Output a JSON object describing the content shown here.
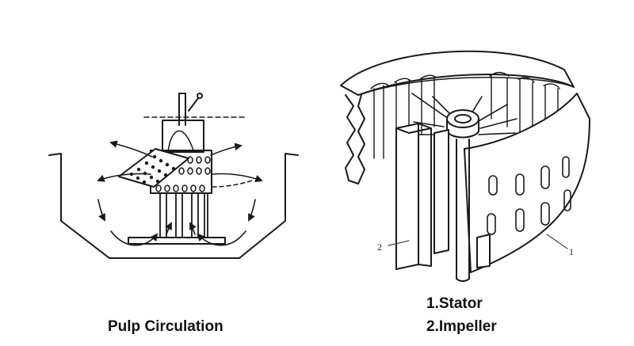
{
  "left_figure": {
    "caption": "Pulp Circulation"
  },
  "right_figure": {
    "legend": [
      "1.Stator",
      "2.Impeller"
    ],
    "callouts": {
      "stator": "1",
      "impeller": "2"
    }
  },
  "colors": {
    "ink": "#1a1a1a",
    "background": "#ffffff"
  }
}
